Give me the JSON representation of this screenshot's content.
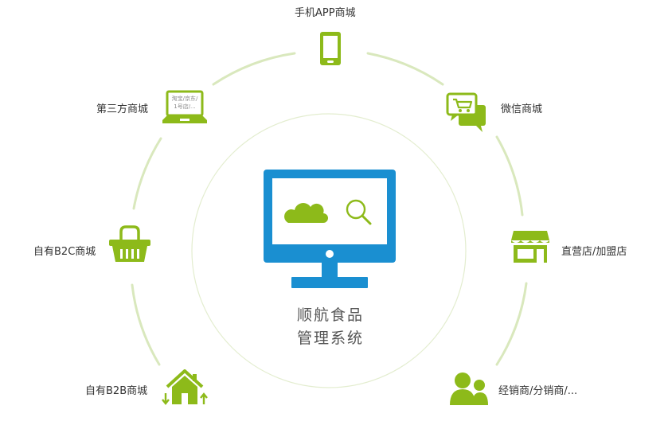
{
  "center": {
    "line1": "顺航食品",
    "line2": "管理系统"
  },
  "channels": {
    "mobile_app": "手机APP商城",
    "wechat": "微信商城",
    "store": "直营店/加盟店",
    "dealer": "经销商/分销商/...",
    "b2b": "自有B2B商城",
    "b2c": "自有B2C商城",
    "third_party": "第三方商城",
    "third_party_screen_line1": "淘宝/京东/",
    "third_party_screen_line2": "1号店/..."
  },
  "colors": {
    "green": "#8dba1a",
    "blue": "#1a8fd1",
    "ring": "#d8e8b8"
  },
  "icons": [
    "phone-icon",
    "wechat-cart-icon",
    "storefront-icon",
    "people-icon",
    "house-icon",
    "basket-icon",
    "laptop-icon",
    "monitor-icon",
    "cloud-icon",
    "search-icon"
  ]
}
